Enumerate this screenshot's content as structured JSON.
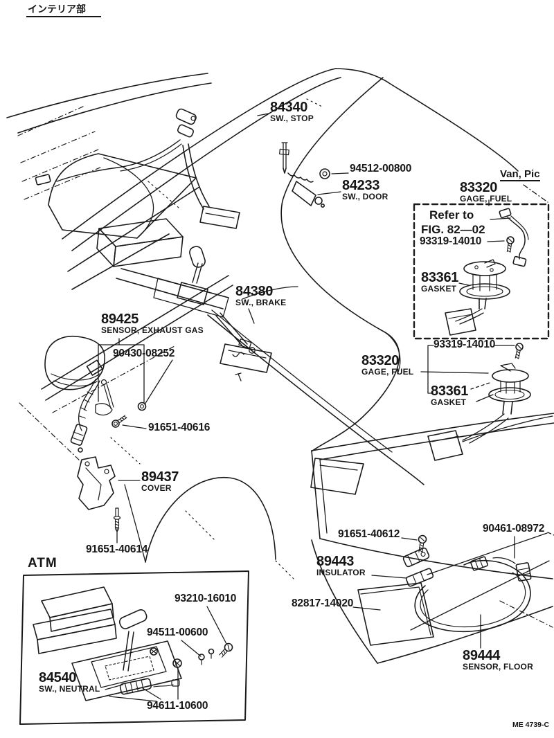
{
  "page": {
    "section_title": "インテリア部",
    "variant_note": "Van, Pic",
    "inset_title": "ATM",
    "doc_code": "ME 4739-C",
    "ink_color": "#1a1a1a",
    "paper_color": "#ffffff"
  },
  "refer_box": {
    "line1": "Refer to",
    "line2": "FIG. 82—02"
  },
  "callouts": {
    "c84340": {
      "num": "84340",
      "desc": "SW., STOP"
    },
    "c94512": {
      "num": "94512-00800"
    },
    "c84233": {
      "num": "84233",
      "desc": "SW., DOOR"
    },
    "c83320a": {
      "num": "83320",
      "desc": "GAGE, FUEL"
    },
    "c93319a": {
      "num": "93319-14010"
    },
    "c83361a": {
      "num": "83361",
      "desc": "GASKET"
    },
    "c93319b": {
      "num": "93319-14010"
    },
    "c83320b": {
      "num": "83320",
      "desc": "GAGE, FUEL"
    },
    "c83361b": {
      "num": "83361",
      "desc": "GASKET"
    },
    "c84380": {
      "num": "84380",
      "desc": "SW., BRAKE"
    },
    "c89425": {
      "num": "89425",
      "desc": "SENSOR, EXHAUST GAS"
    },
    "c90430": {
      "num": "90430-08252"
    },
    "c91651a": {
      "num": "91651-40616"
    },
    "c89437": {
      "num": "89437",
      "desc": "COVER"
    },
    "c91651b": {
      "num": "91651-40614"
    },
    "c93210": {
      "num": "93210-16010"
    },
    "c94511": {
      "num": "94511-00600"
    },
    "c84540": {
      "num": "84540",
      "desc": "SW., NEUTRAL"
    },
    "c94611": {
      "num": "94611-10600"
    },
    "c91651c": {
      "num": "91651-40612"
    },
    "c90461": {
      "num": "90461-08972"
    },
    "c89443": {
      "num": "89443",
      "desc": "INSULATOR"
    },
    "c82817": {
      "num": "82817-14020"
    },
    "c89444": {
      "num": "89444",
      "desc": "SENSOR, FLOOR"
    }
  }
}
